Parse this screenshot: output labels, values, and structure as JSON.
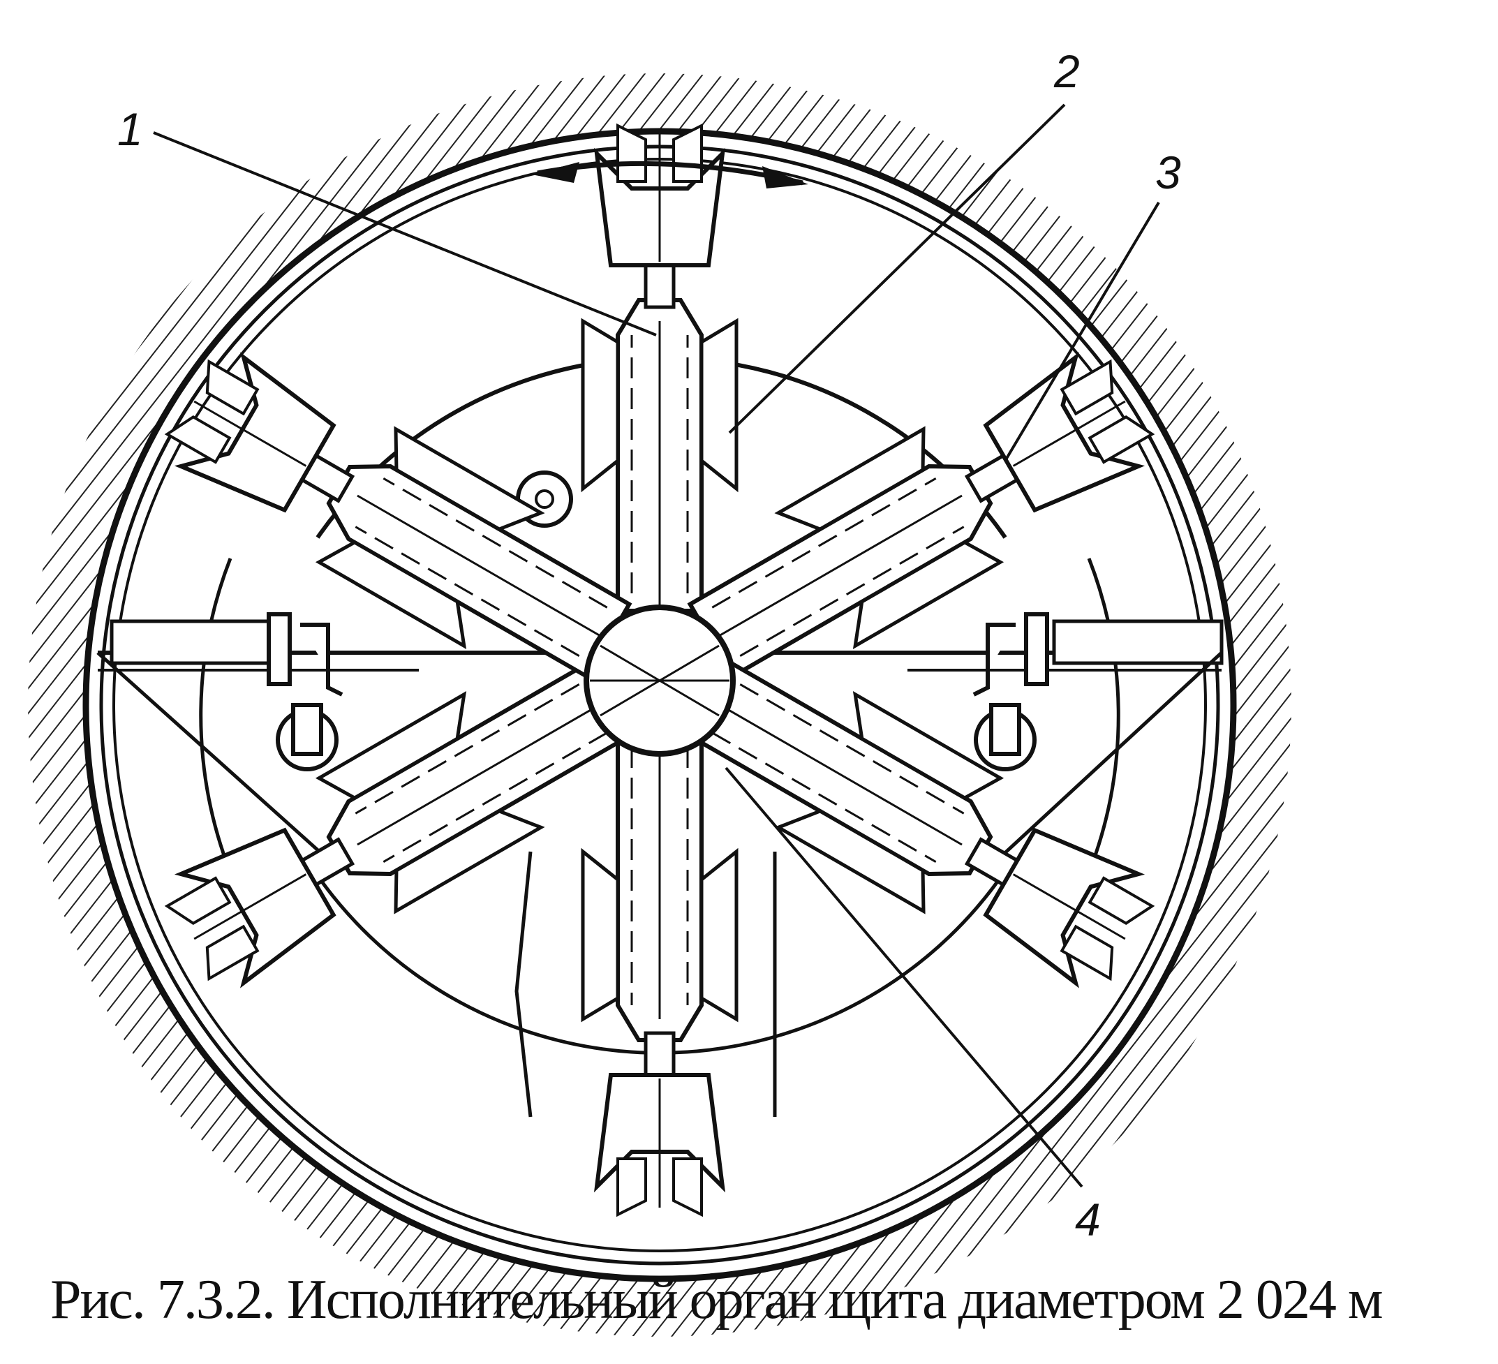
{
  "figure": {
    "callouts": [
      {
        "id": "1",
        "text": "1"
      },
      {
        "id": "2",
        "text": "2"
      },
      {
        "id": "3",
        "text": "3"
      },
      {
        "id": "4",
        "text": "4"
      }
    ],
    "colors": {
      "ink": "#111111",
      "background": "#ffffff"
    }
  },
  "caption": {
    "text": "Рис. 7.3.2. Исполнительный орган щита диаметром 2 024 м"
  }
}
